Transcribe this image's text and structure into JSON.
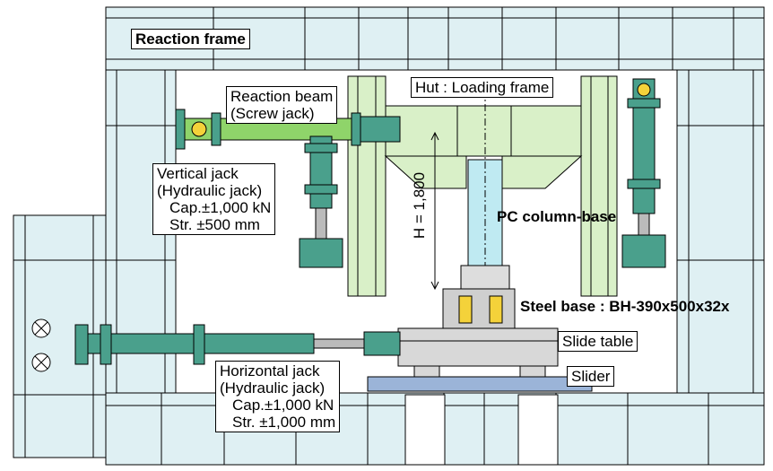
{
  "labels": {
    "reaction_frame": "Reaction frame",
    "reaction_beam": [
      "Reaction beam",
      "(Screw jack)"
    ],
    "hut": "Hut : Loading frame",
    "vertical_jack": [
      "Vertical jack",
      "(Hydraulic jack)",
      "Cap.±1,000 kN",
      "Str. ±500 mm"
    ],
    "height": "H = 1,800",
    "pc_column": "PC column-base",
    "steel_base": "Steel base : BH-390x500x32x",
    "slide_table": "Slide table",
    "slider": "Slider",
    "horizontal_jack": [
      "Horizontal jack",
      "(Hydraulic jack)",
      "Cap.±1,000 kN",
      "Str. ±1,000 mm"
    ]
  },
  "colors": {
    "frame_fill": "#dff0f3",
    "loading_frame": "#d9f0c8",
    "jack_green": "#4aa08c",
    "screw_jack": "#8fd46a",
    "column_cyan": "#bfeaf2",
    "slider_blue": "#9bb4d8"
  }
}
